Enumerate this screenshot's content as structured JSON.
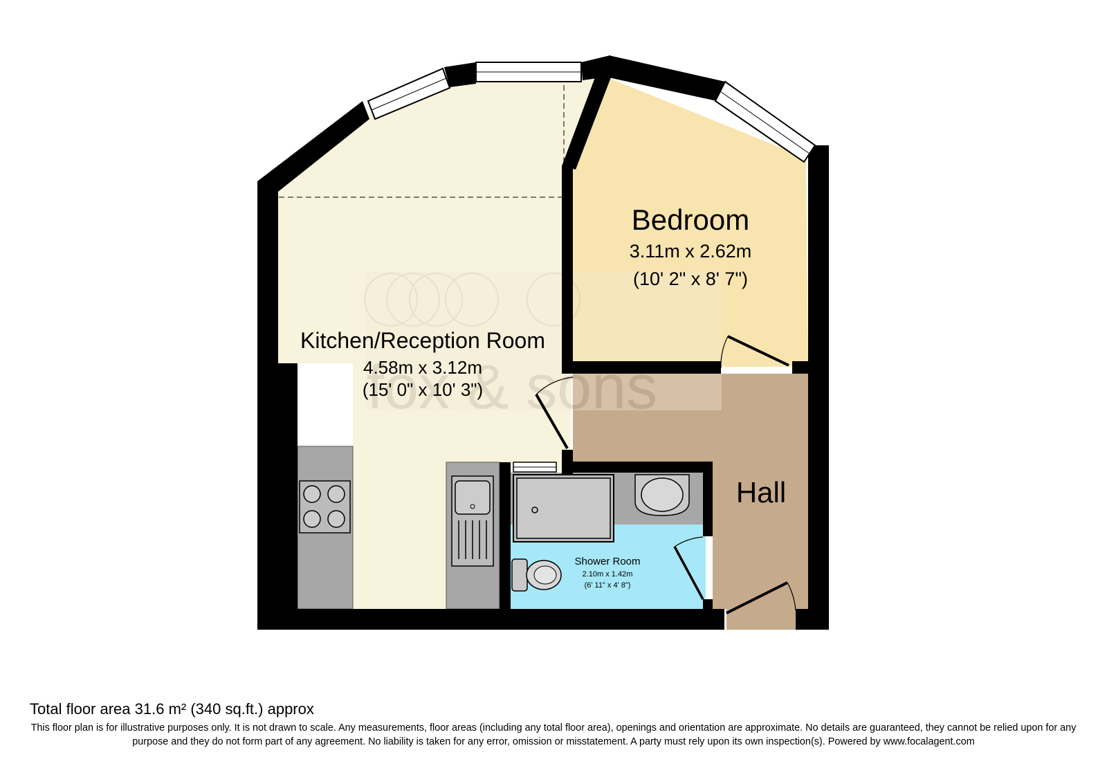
{
  "rooms": {
    "kitchen": {
      "name": "Kitchen/Reception Room",
      "metric": "4.58m x 3.12m",
      "imperial": "(15' 0\" x 10' 3\")"
    },
    "bedroom": {
      "name": "Bedroom",
      "metric": "3.11m x 2.62m",
      "imperial": "(10' 2\" x 8' 7\")"
    },
    "hall": {
      "name": "Hall"
    },
    "shower": {
      "name": "Shower Room",
      "metric": "2.10m x 1.42m",
      "imperial": "(6' 11\" x 4' 8\")"
    }
  },
  "watermark": {
    "text": "fox & sons"
  },
  "footer": {
    "total_area": "Total floor area 31.6 m² (340 sq.ft.) approx",
    "disclaimer": "This floor plan is for illustrative purposes only. It is not drawn to scale. Any measurements, floor areas (including any total floor area), openings and orientation are approximate. No details are guaranteed, they cannot be relied upon for any purpose and they do not form part of any agreement. No liability is taken for any error, omission or misstatement. A party must rely upon its own inspection(s). Powered by www.focalagent.com"
  },
  "colors": {
    "wall": "#000000",
    "kitchen": "#f8f3dc",
    "bedroom": "#f8e4ae",
    "hall": "#c6aa8c",
    "shower": "#a6e8f7",
    "fixture": "#a7a7a7"
  }
}
